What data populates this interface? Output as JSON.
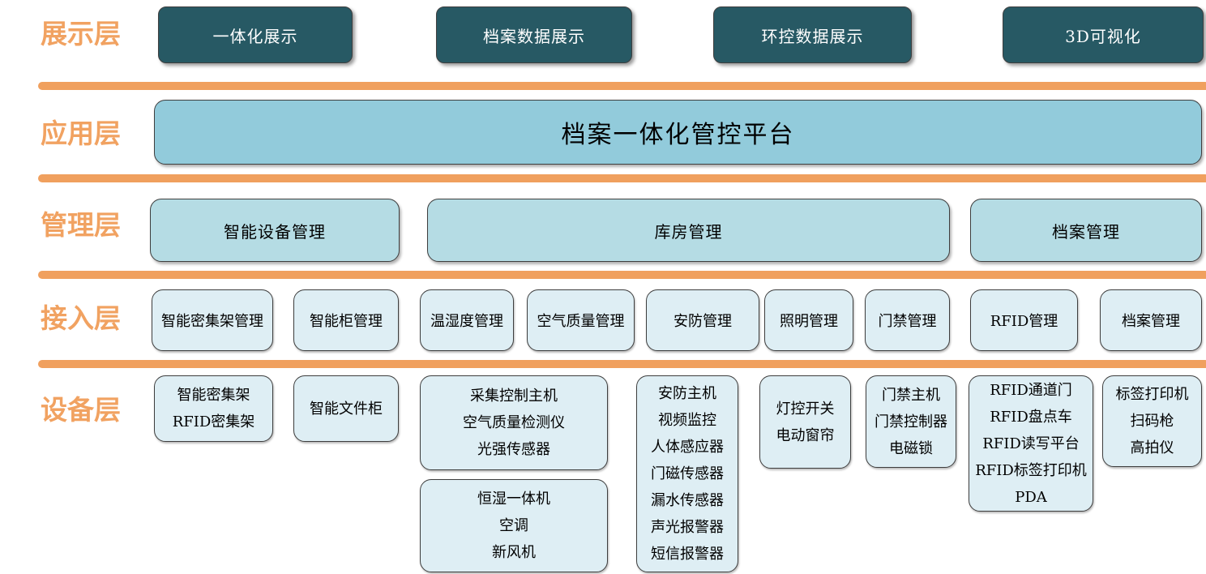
{
  "colors": {
    "accent_orange": "#F1A261",
    "divider_orange": "#F0A05E",
    "dark_teal": "#275964",
    "medium_blue": "#92CBDB",
    "light_blue": "#B5DCE4",
    "pale_blue": "#DEEEF4",
    "border_dark": "#3E3E3E"
  },
  "display_layer": {
    "label": "展示层",
    "boxes": [
      {
        "label": "一体化展示"
      },
      {
        "label": "档案数据展示"
      },
      {
        "label": "环控数据展示"
      },
      {
        "label": "3D可视化"
      }
    ]
  },
  "application_layer": {
    "label": "应用层",
    "platform_title": "档案一体化管控平台"
  },
  "management_layer": {
    "label": "管理层",
    "boxes": [
      {
        "label": "智能设备管理"
      },
      {
        "label": "库房管理"
      },
      {
        "label": "档案管理"
      }
    ]
  },
  "access_layer": {
    "label": "接入层",
    "boxes": [
      {
        "label": "智能密集架管理"
      },
      {
        "label": "智能柜管理"
      },
      {
        "label": "温湿度管理"
      },
      {
        "label": "空气质量管理"
      },
      {
        "label": "安防管理"
      },
      {
        "label": "照明管理"
      },
      {
        "label": "门禁管理"
      },
      {
        "label": "RFID管理"
      },
      {
        "label": "档案管理"
      }
    ]
  },
  "device_layer": {
    "label": "设备层",
    "groups": [
      {
        "lines": [
          "智能密集架",
          "RFID密集架"
        ]
      },
      {
        "lines": [
          "智能文件柜"
        ]
      },
      {
        "lines": [
          "采集控制主机",
          "空气质量检测仪",
          "光强传感器"
        ]
      },
      {
        "lines": [
          "恒湿一体机",
          "空调",
          "新风机"
        ]
      },
      {
        "lines": [
          "安防主机",
          "视频监控",
          "人体感应器",
          "门磁传感器",
          "漏水传感器",
          "声光报警器",
          "短信报警器"
        ]
      },
      {
        "lines": [
          "灯控开关",
          "电动窗帘"
        ]
      },
      {
        "lines": [
          "门禁主机",
          "门禁控制器",
          "电磁锁"
        ]
      },
      {
        "lines": [
          "RFID通道门",
          "RFID盘点车",
          "RFID读写平台",
          "RFID标签打印机",
          "PDA"
        ]
      },
      {
        "lines": [
          "标签打印机",
          "扫码枪",
          "高拍仪"
        ]
      }
    ]
  }
}
